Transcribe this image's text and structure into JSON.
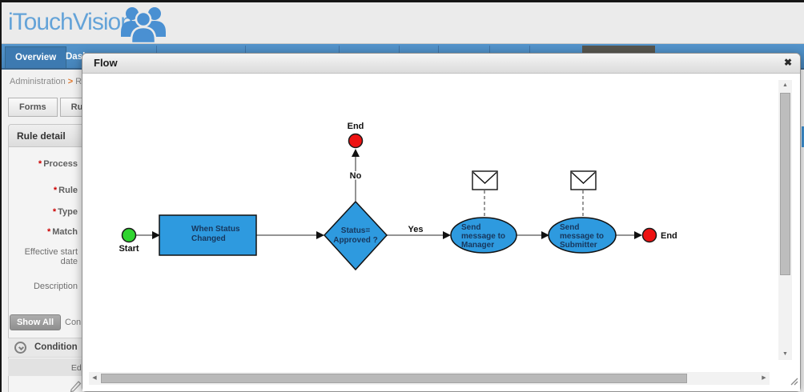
{
  "window": {
    "logo_text": "iTouchVision"
  },
  "nav": {
    "tabs": [
      {
        "label": "Overview"
      },
      {
        "label": "Dash"
      }
    ]
  },
  "breadcrumb": {
    "items": [
      "Administration",
      "R"
    ],
    "separator": ">"
  },
  "content_tabs": [
    {
      "label": "Forms"
    },
    {
      "label": "Rules"
    }
  ],
  "rule_detail": {
    "title": "Rule detail",
    "required_marker": "*",
    "fields": [
      {
        "label": "Process",
        "required": true
      },
      {
        "label": "Rule",
        "required": true
      },
      {
        "label": "Type",
        "required": true
      },
      {
        "label": "Match",
        "required": true
      },
      {
        "label": "Effective start date",
        "required": false
      },
      {
        "label": "Description",
        "required": false
      }
    ],
    "show_all_button": "Show All",
    "partial_label": "Con",
    "condition_section": "Condition",
    "edit_column_partial": "Edi"
  },
  "modal": {
    "title": "Flow",
    "close_icon": "✖"
  },
  "flow": {
    "start_label": "Start",
    "end_top_label": "End",
    "end_right_label": "End",
    "no_label": "No",
    "yes_label": "Yes",
    "task_box": [
      "When Status",
      "Changed"
    ],
    "decision": [
      "Status=",
      "Approved ?"
    ],
    "message1": [
      "Send",
      "message to",
      "Manager"
    ],
    "message2": [
      "Send",
      "message to",
      "Submitter"
    ],
    "colors": {
      "shape_blue": "#2E9ADF",
      "start_green": "#2FD42F",
      "end_red": "#EE1212",
      "shape_text": "#17375D"
    }
  },
  "scrollbar_icons": {
    "up": "▲",
    "down": "▼",
    "left": "◀",
    "right": "▶"
  }
}
